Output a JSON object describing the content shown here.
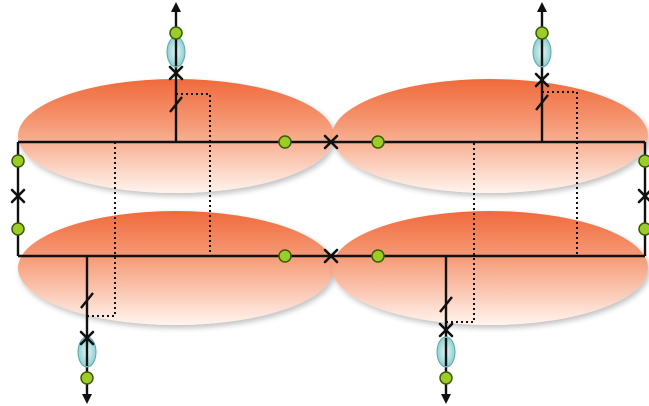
{
  "diagram": {
    "colors": {
      "background": "#ffffff",
      "ellipse_edge": "#f06a3c",
      "ellipse_mid": "#f8b090",
      "ellipse_light": "#fde7dd",
      "line": "#111111",
      "node_fill": "#9bcc28",
      "node_stroke": "#3a5a06",
      "lens_fill": "#7fc7c9",
      "lens_light": "#e5f6f6",
      "cross": "#111111"
    },
    "elements": {
      "regions": [
        "upper-left-region",
        "upper-right-region",
        "lower-left-region",
        "lower-right-region"
      ],
      "terminals": [
        "top-left-terminal",
        "top-right-terminal",
        "bottom-left-terminal",
        "bottom-right-terminal"
      ],
      "icons": [
        "green-node-icon",
        "cross-mark-icon",
        "lens-icon",
        "arrow-icon",
        "slash-mark-icon"
      ]
    }
  }
}
